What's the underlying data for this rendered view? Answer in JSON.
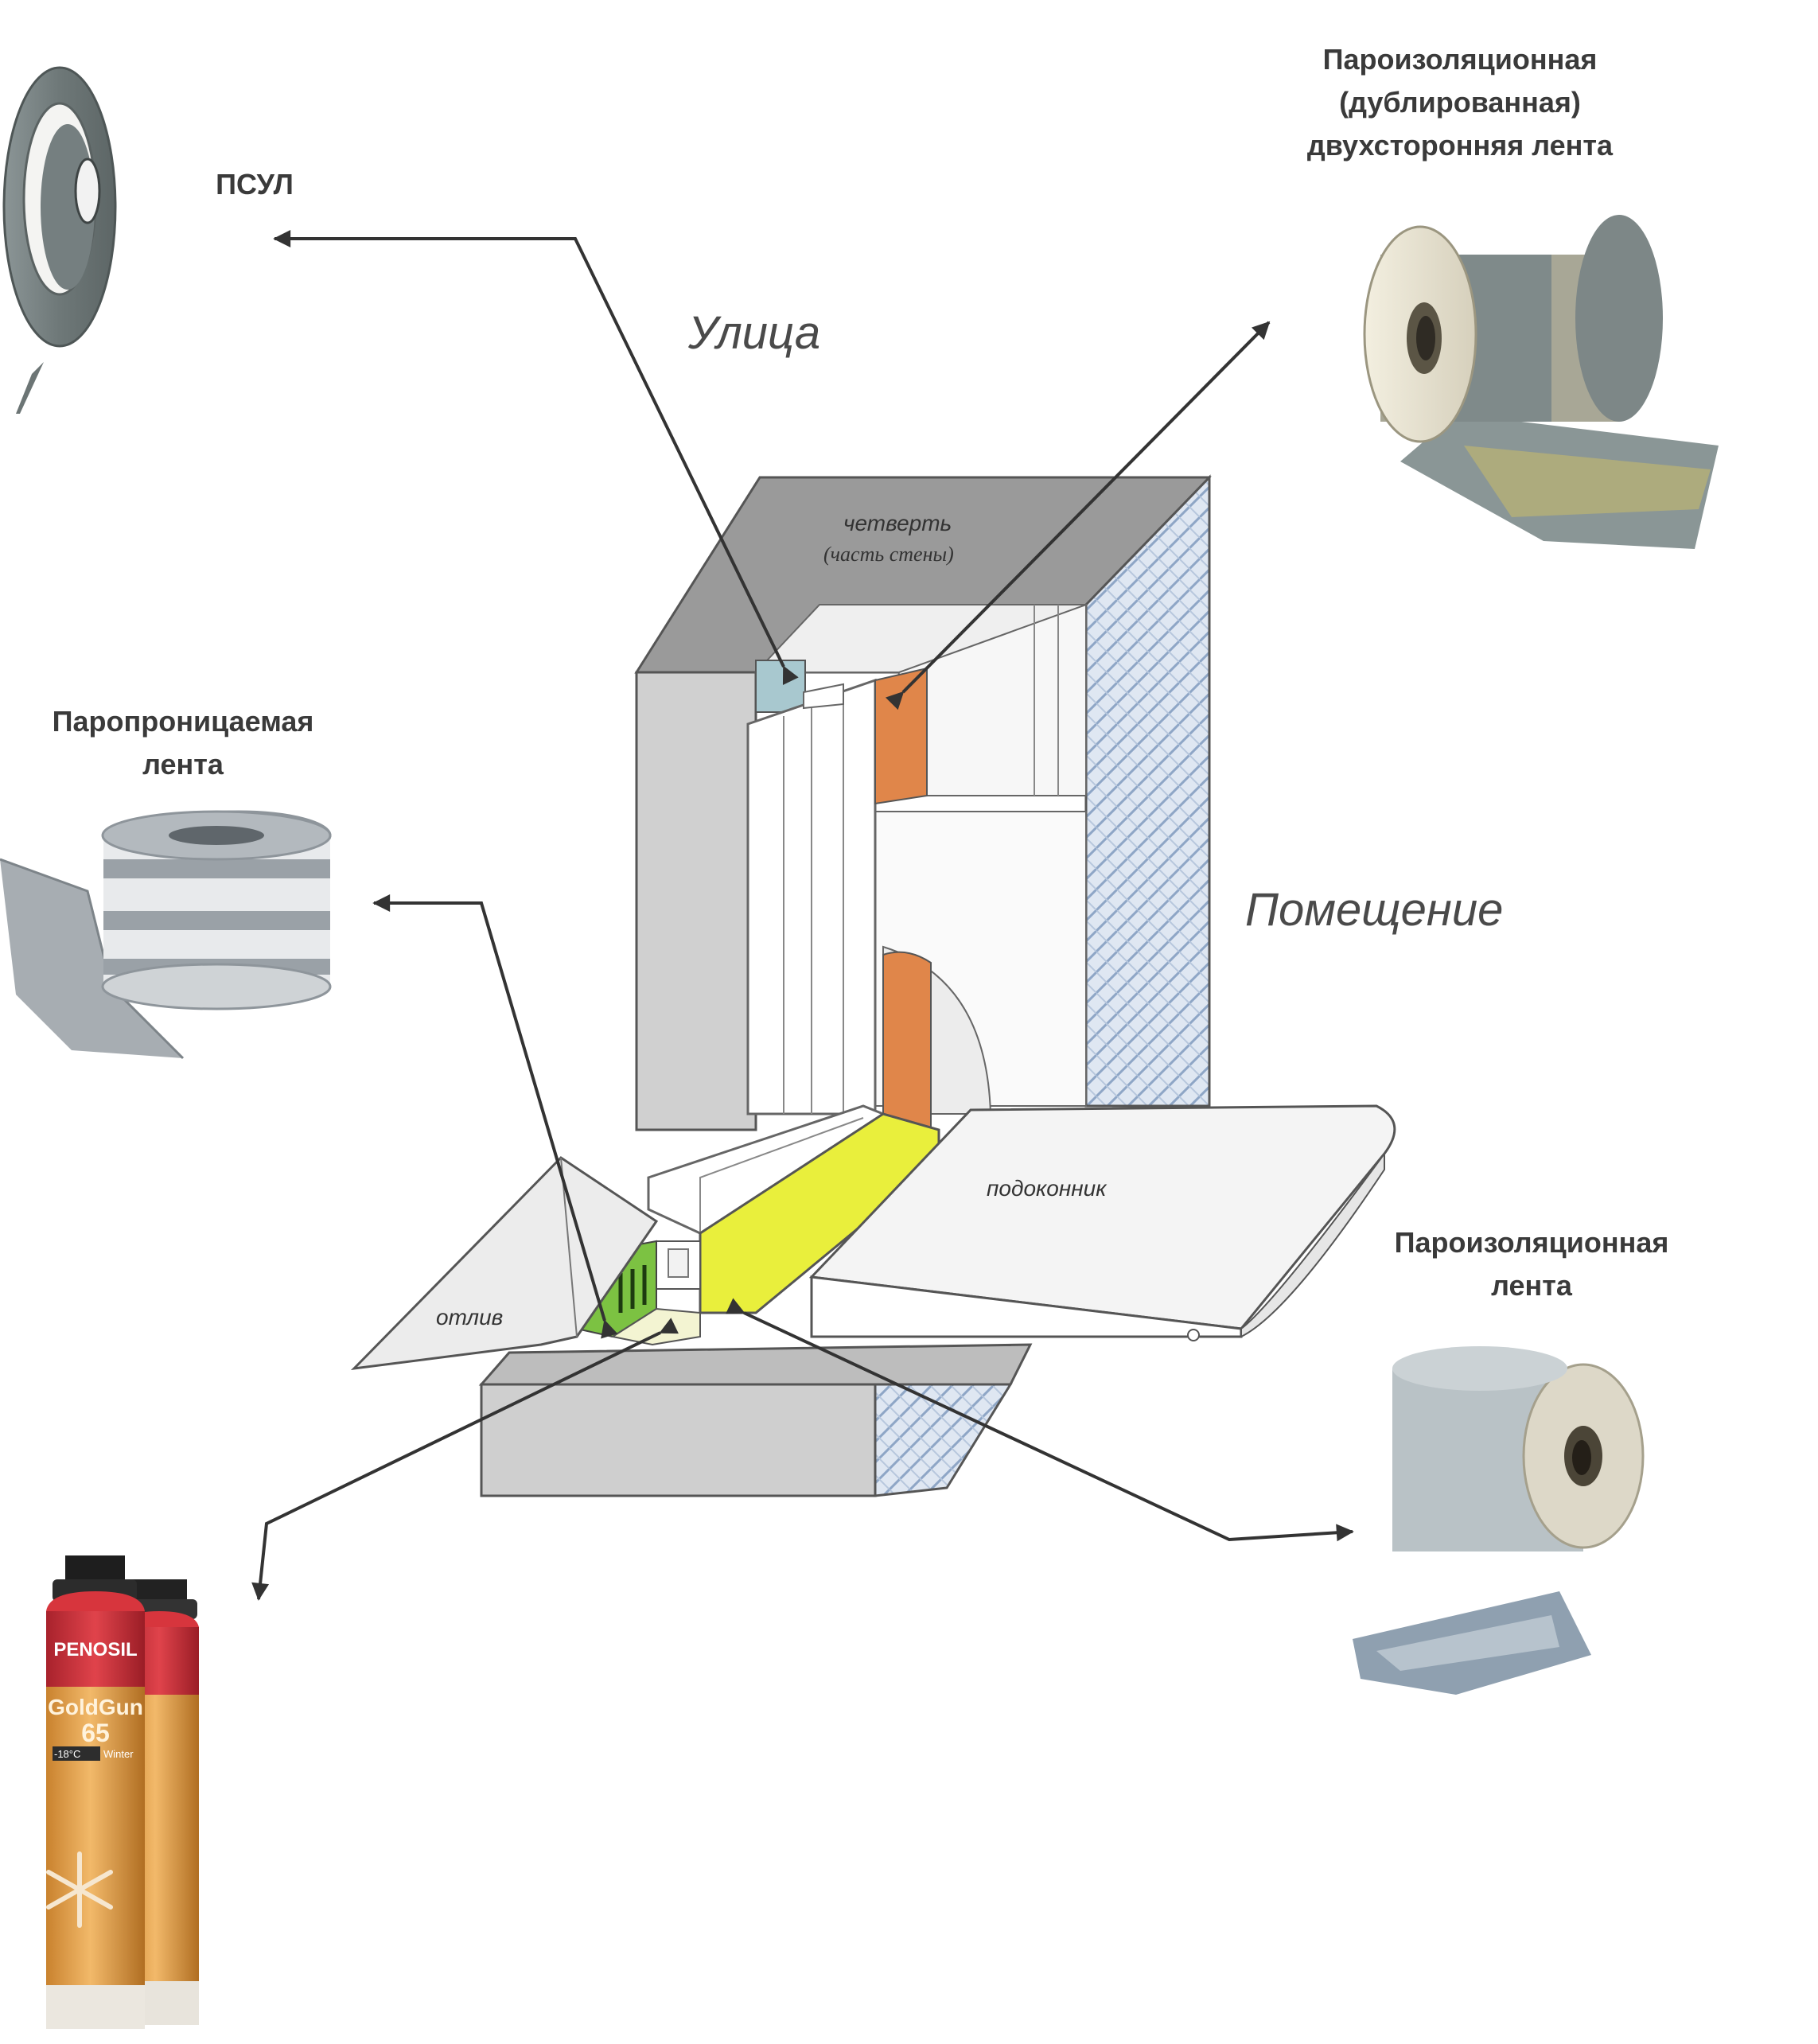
{
  "zones": {
    "outside": "Улица",
    "room": "Помещение"
  },
  "parts": {
    "quarter": "четверть",
    "quarter_sub": "(часть стены)",
    "sill": "подоконник",
    "drip": "отлив"
  },
  "materials": {
    "psul": "ПСУЛ",
    "vapor_double_1": "Пароизоляционная",
    "vapor_double_2": "(дублированная)",
    "vapor_double_3": "двухсторонняя лента",
    "permeable_1": "Паропроницаемая",
    "permeable_2": "лента",
    "vapor_1": "Пароизоляционная",
    "vapor_2": "лента"
  },
  "foam_can": {
    "brand": "PENOSIL",
    "product": "GoldGun",
    "number": "65",
    "temp": "-18°C",
    "season": "Winter"
  },
  "colors": {
    "wall": "#d3d3d3",
    "wall_dark": "#8e8e8e",
    "insulation": "#c8d6e8",
    "foam": "#e9ef3c",
    "vapor_tape": "#e0864a",
    "psul": "#9fc3cc",
    "permeable": "#7cc242",
    "arrow": "#333333"
  }
}
